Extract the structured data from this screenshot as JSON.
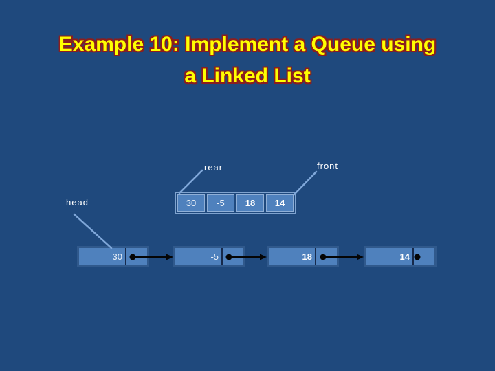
{
  "slide": {
    "title": {
      "line1": "Example 10: Implement a Queue using",
      "line2": "a Linked List"
    },
    "labels": {
      "head": "head",
      "rear": "rear",
      "front": "front"
    },
    "queue_array": {
      "cells": [
        "30",
        "-5",
        "18",
        "14"
      ]
    },
    "linked_list": {
      "nodes": [
        {
          "value": "30"
        },
        {
          "value": "-5"
        },
        {
          "value": "18"
        },
        {
          "value": "14"
        }
      ]
    },
    "colors": {
      "background": "#1F497D",
      "title_text": "#FFFF00",
      "title_outline": "#8B1E1E",
      "box_fill": "#4F81BD",
      "box_border_light": "#95B3D7",
      "pointer_line": "#7FA7D9",
      "connector_line": "#000000",
      "label_text": "#FFFFFF"
    }
  }
}
